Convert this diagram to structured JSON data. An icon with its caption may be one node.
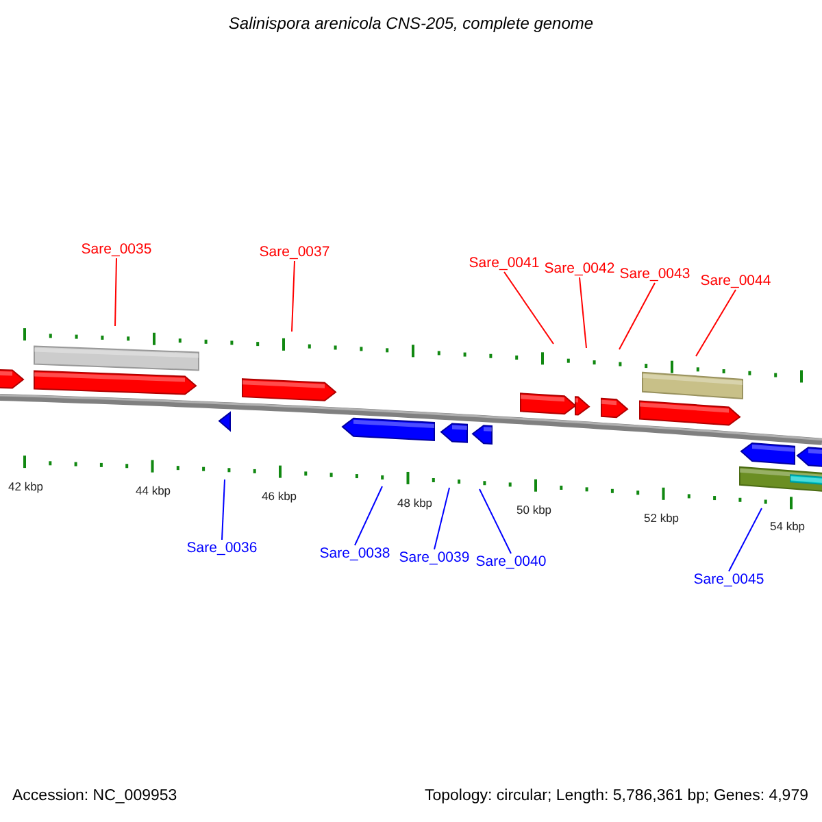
{
  "diagram": {
    "title": "Salinispora arenicola CNS-205, complete genome",
    "nodes": [
      {
        "text": [
          "Sare_0035"
        ]
      },
      {
        "text": [
          "Sare_0037"
        ]
      },
      {
        "text": [
          "Sare_0041"
        ]
      },
      {
        "text": [
          "Sare_0042"
        ]
      },
      {
        "text": [
          "Sare_0043"
        ]
      },
      {
        "text": [
          "Sare_0044"
        ]
      },
      {
        "text": [
          "Sare_0036"
        ]
      },
      {
        "text": [
          "Sare_0038"
        ]
      },
      {
        "text": [
          "Sare_0039"
        ]
      },
      {
        "text": [
          "Sare_0040"
        ]
      },
      {
        "text": [
          "Sare_0045"
        ]
      }
    ],
    "edges": [
      {
        "from": 0,
        "to": null,
        "arrow": "none"
      },
      {
        "from": 1,
        "to": null,
        "arrow": "none"
      },
      {
        "from": 2,
        "to": null,
        "arrow": "none"
      },
      {
        "from": 3,
        "to": null,
        "arrow": "none"
      },
      {
        "from": 4,
        "to": null,
        "arrow": "none"
      },
      {
        "from": 5,
        "to": null,
        "arrow": "none"
      },
      {
        "from": 6,
        "to": null,
        "arrow": "none",
        "color": "#0000ff"
      },
      {
        "from": 7,
        "to": null,
        "arrow": "none",
        "color": "#0000ff"
      },
      {
        "from": 8,
        "to": null,
        "arrow": "none",
        "color": "#0000ff"
      },
      {
        "from": 9,
        "to": null,
        "arrow": "none",
        "color": "#0000ff"
      },
      {
        "from": 10,
        "to": null,
        "arrow": "none",
        "color": "#0000ff"
      }
    ],
    "labels": [
      "42 kbp",
      "44 kbp",
      "46 kbp",
      "48 kbp",
      "50 kbp",
      "52 kbp",
      "54 kbp",
      "Accession: NC_009953",
      "Topology: circular; Length: 5,786,361 bp; Genes: 4,979"
    ]
  }
}
